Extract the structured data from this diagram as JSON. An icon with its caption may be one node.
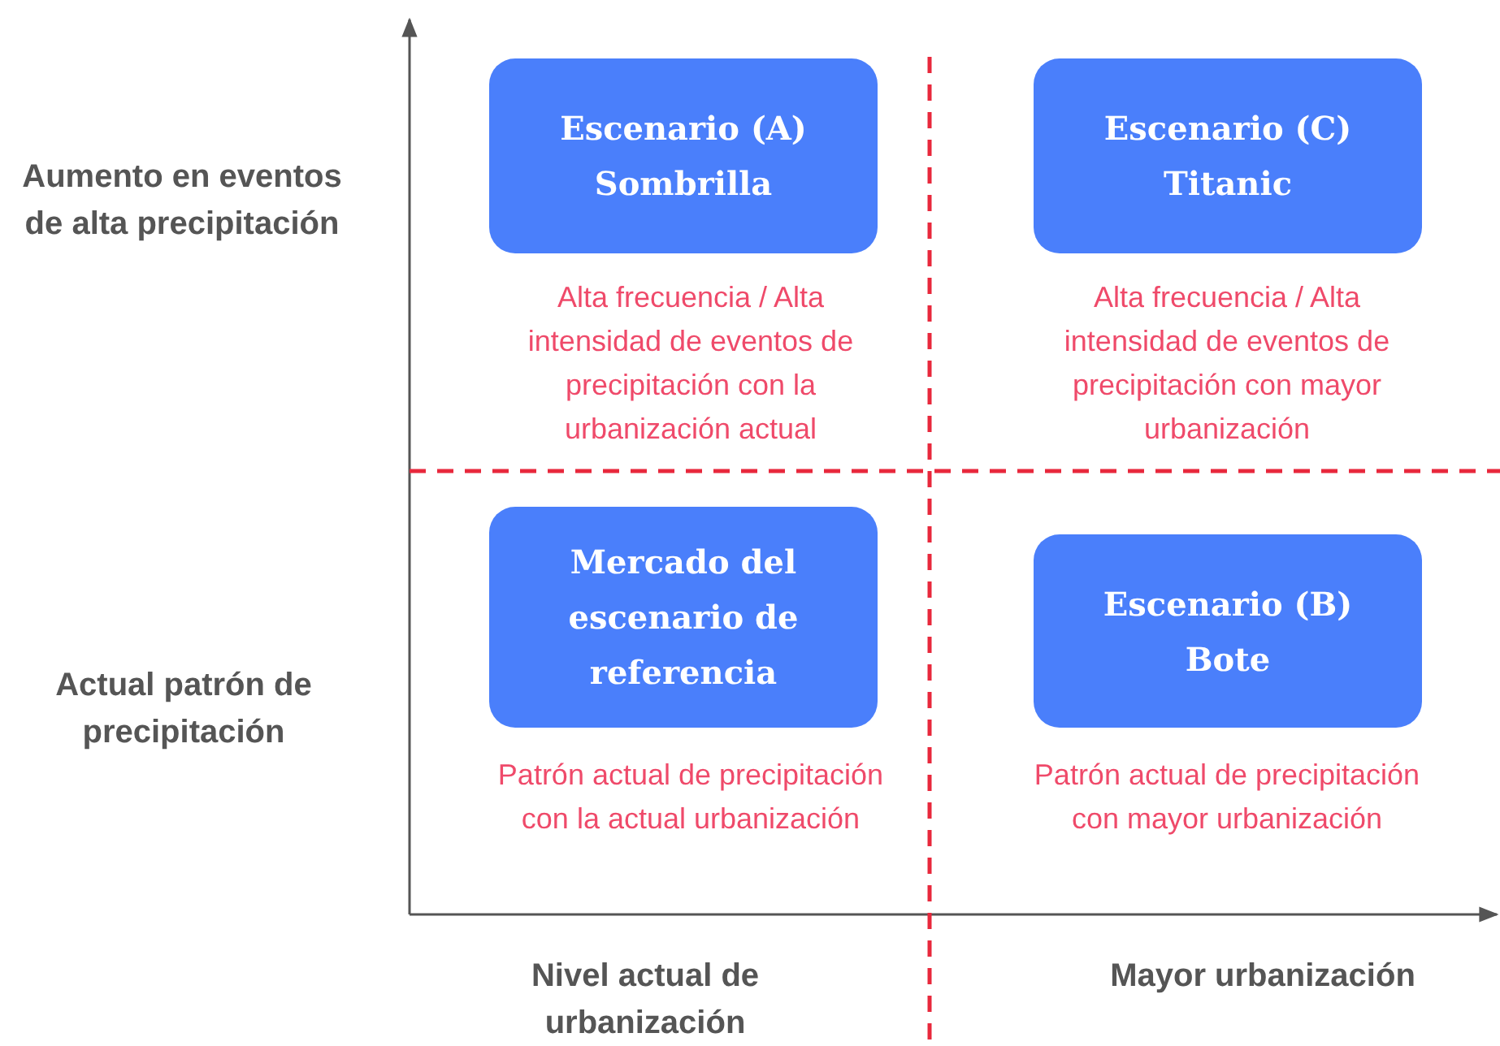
{
  "diagram": {
    "nodes": [
      {
        "text": [
          "Escenario (A) Sombrilla"
        ],
        "beside": [
          "Alta frecuencia / Alta intensidad de eventos de precipitación con la urbanización actual"
        ]
      },
      {
        "text": [
          "Escenario (C) Titanic"
        ],
        "beside": [
          "Alta frecuencia / Alta intensidad de eventos de precipitación con mayor urbanización"
        ]
      },
      {
        "text": [
          "Mercado del escenario de referencia"
        ],
        "beside": [
          "Patrón actual de precipitación con la actual urbanización"
        ]
      },
      {
        "text": [
          "Escenario (B) Bote"
        ],
        "beside": [
          "Patrón actual de precipitación con mayor urbanización"
        ]
      }
    ],
    "labels": [
      "Aumento en eventos de alta precipitación",
      "Actual patrón de precipitación",
      "Nivel actual de urbanización",
      "Mayor urbanización"
    ]
  }
}
